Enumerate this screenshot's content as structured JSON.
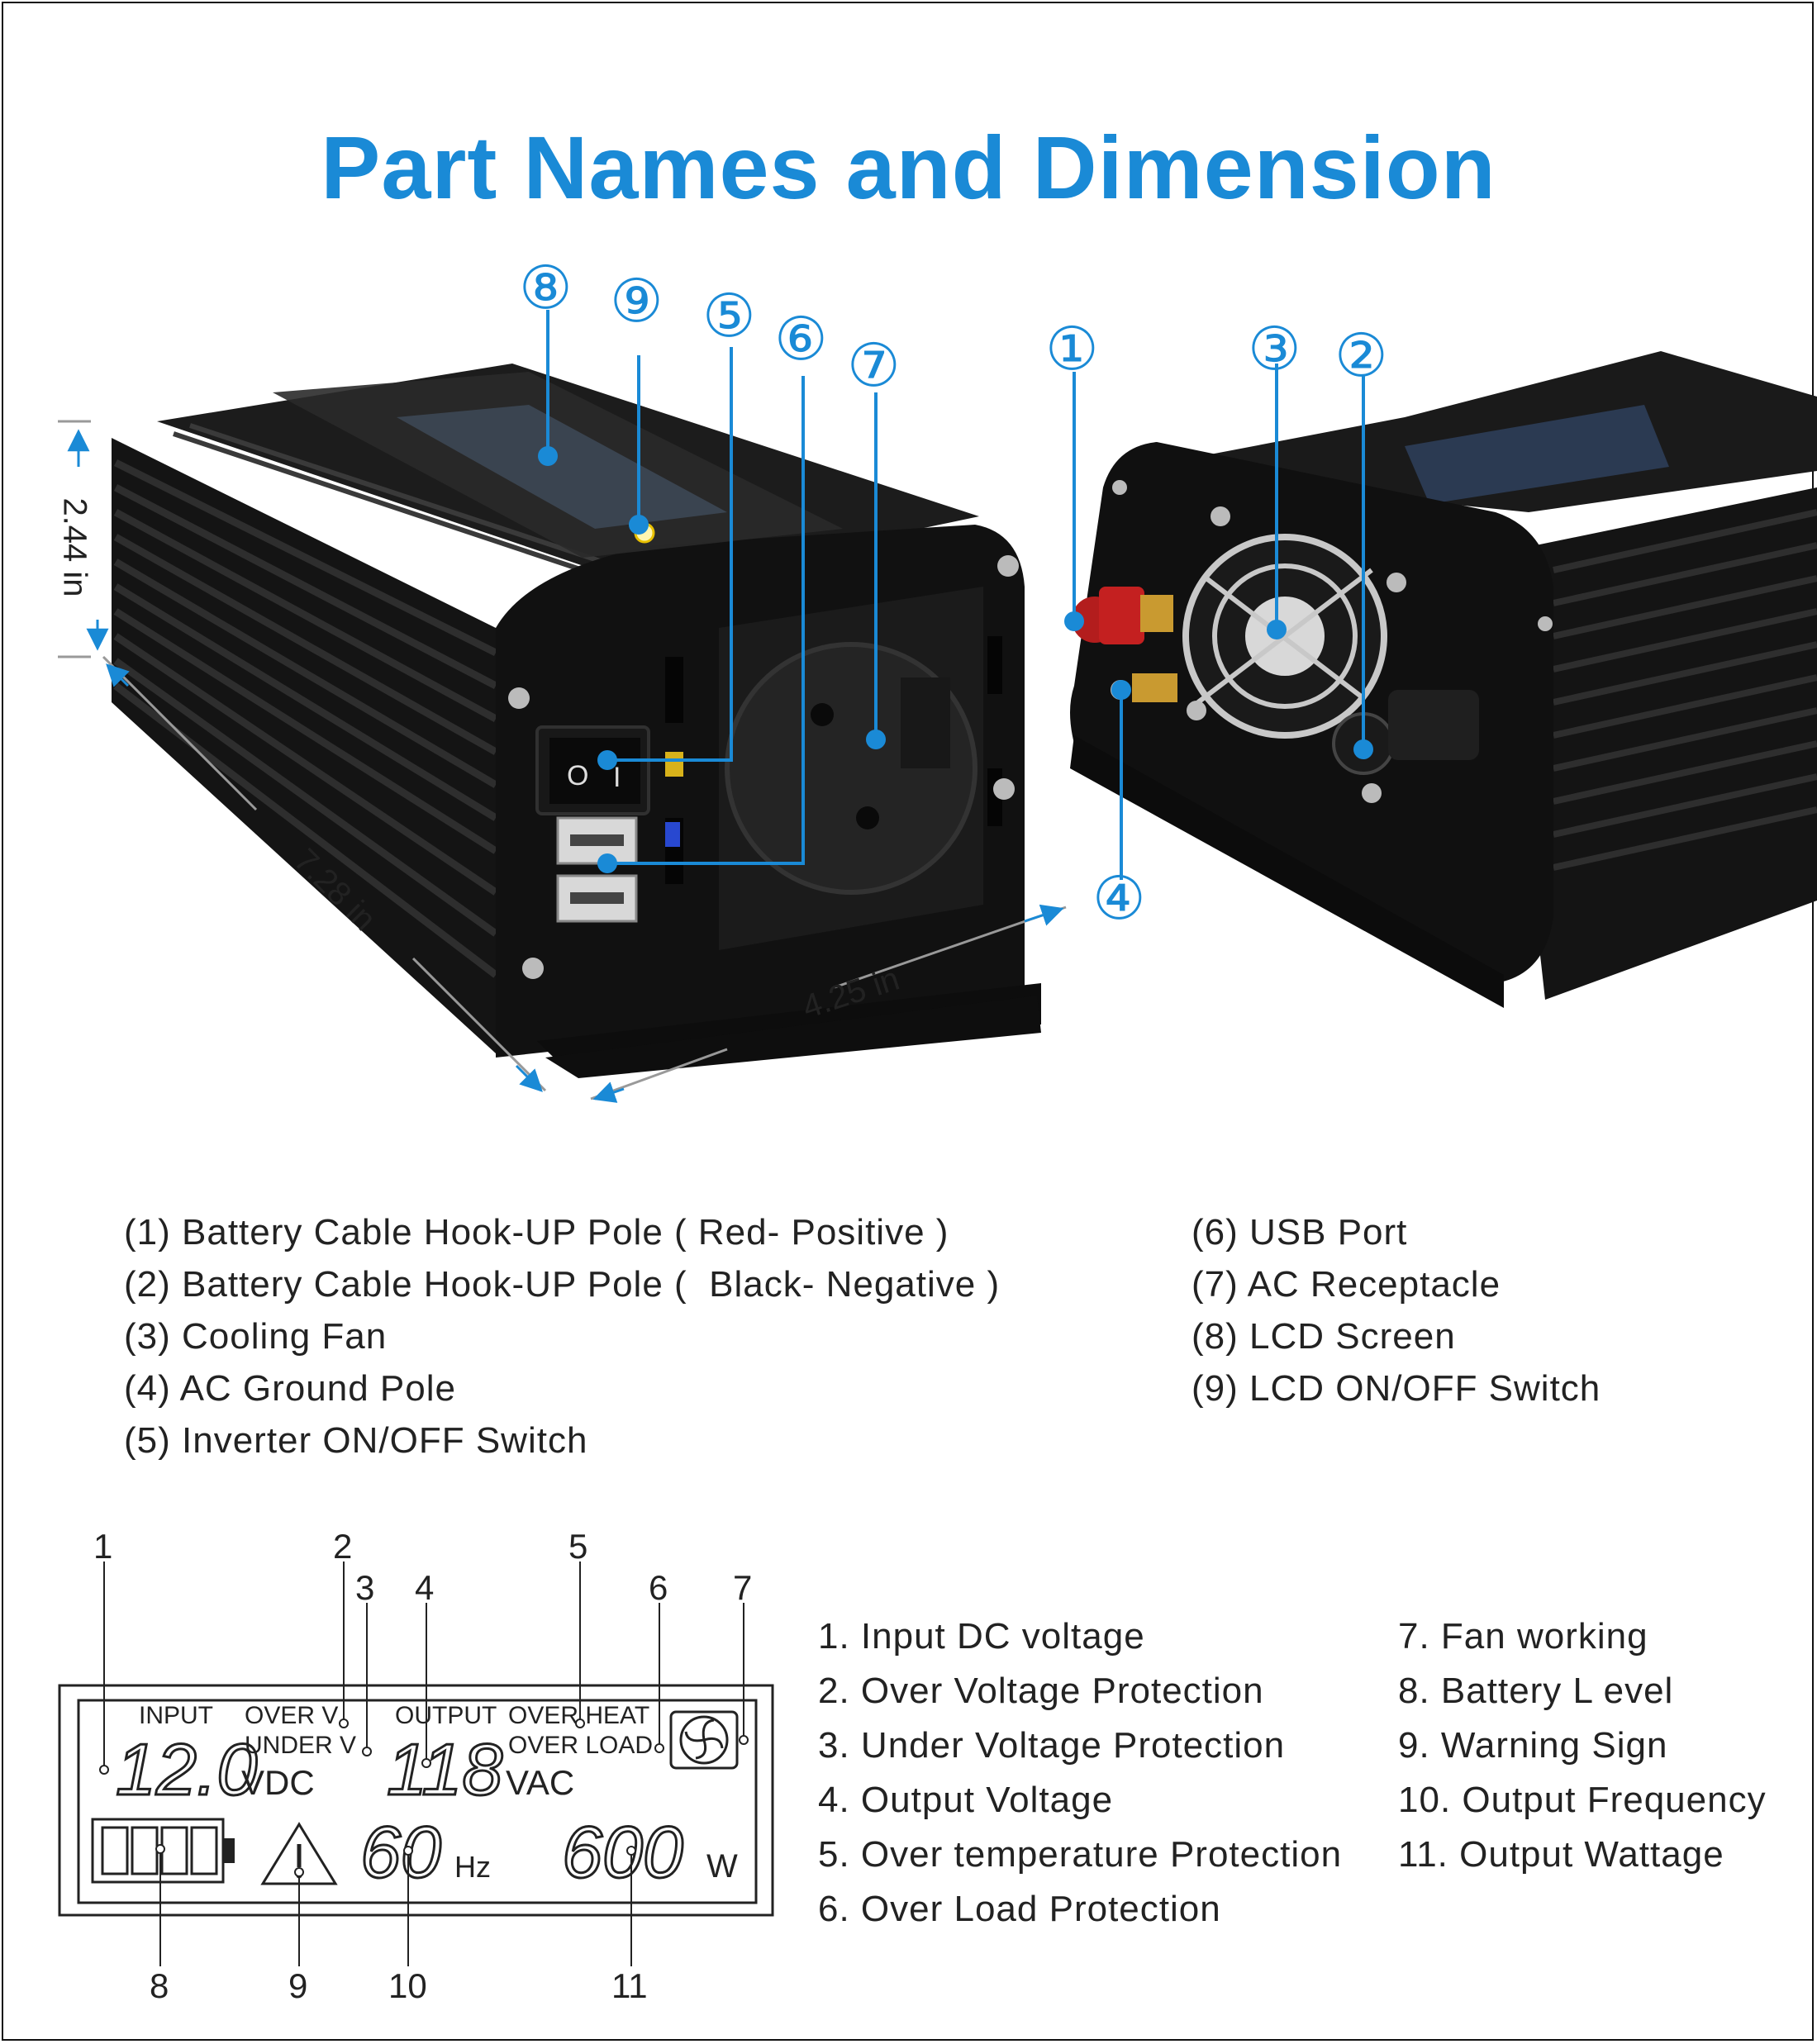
{
  "title": "Part Names and Dimension",
  "callouts": [
    "⑧",
    "⑨",
    "⑤",
    "⑥",
    "⑦",
    "①",
    "③",
    "②",
    "④"
  ],
  "dimensions": {
    "height": "2.44 in",
    "length": "7.28 in",
    "width": "4.25 in"
  },
  "parts_left": [
    "(1) Battery Cable Hook-UP Pole ( Red- Positive )",
    "(2) Battery Cable Hook-UP Pole (  Black- Negative )",
    "(3) Cooling Fan",
    "(4) AC Ground Pole",
    "(5) Inverter ON/OFF Switch"
  ],
  "parts_right": [
    "(6) USB Port",
    "(7) AC Receptacle",
    "(8) LCD Screen",
    "(9) LCD ON/OFF Switch"
  ],
  "lcd": {
    "labels": {
      "input": "INPUT",
      "over_v": "OVER V",
      "under_v": "UNDER V",
      "output": "OUTPUT",
      "over_heat": "OVER HEAT",
      "over_load": "OVER LOAD",
      "vdc": "VDC",
      "vac": "VAC",
      "hz": "Hz",
      "w": "W"
    },
    "readings": {
      "input_v": "12.0",
      "output_v": "118",
      "freq": "60",
      "watt": "600"
    },
    "pointers": [
      "1",
      "2",
      "3",
      "4",
      "5",
      "6",
      "7",
      "8",
      "9",
      "10",
      "11"
    ]
  },
  "lcd_legend_left": [
    "1. Input DC voltage",
    "2. Over Voltage Protection",
    "3. Under Voltage Protection",
    "4. Output Voltage",
    "5. Over temperature Protection",
    "6. Over Load Protection"
  ],
  "lcd_legend_right": [
    "7. Fan working",
    "8. Battery L evel",
    "9. Warning Sign",
    "10. Output Frequency",
    "11. Output Wattage"
  ],
  "colors": {
    "title": "#1a8ad6",
    "callout": "#1a8ad6",
    "body": "#1e1e1e"
  }
}
